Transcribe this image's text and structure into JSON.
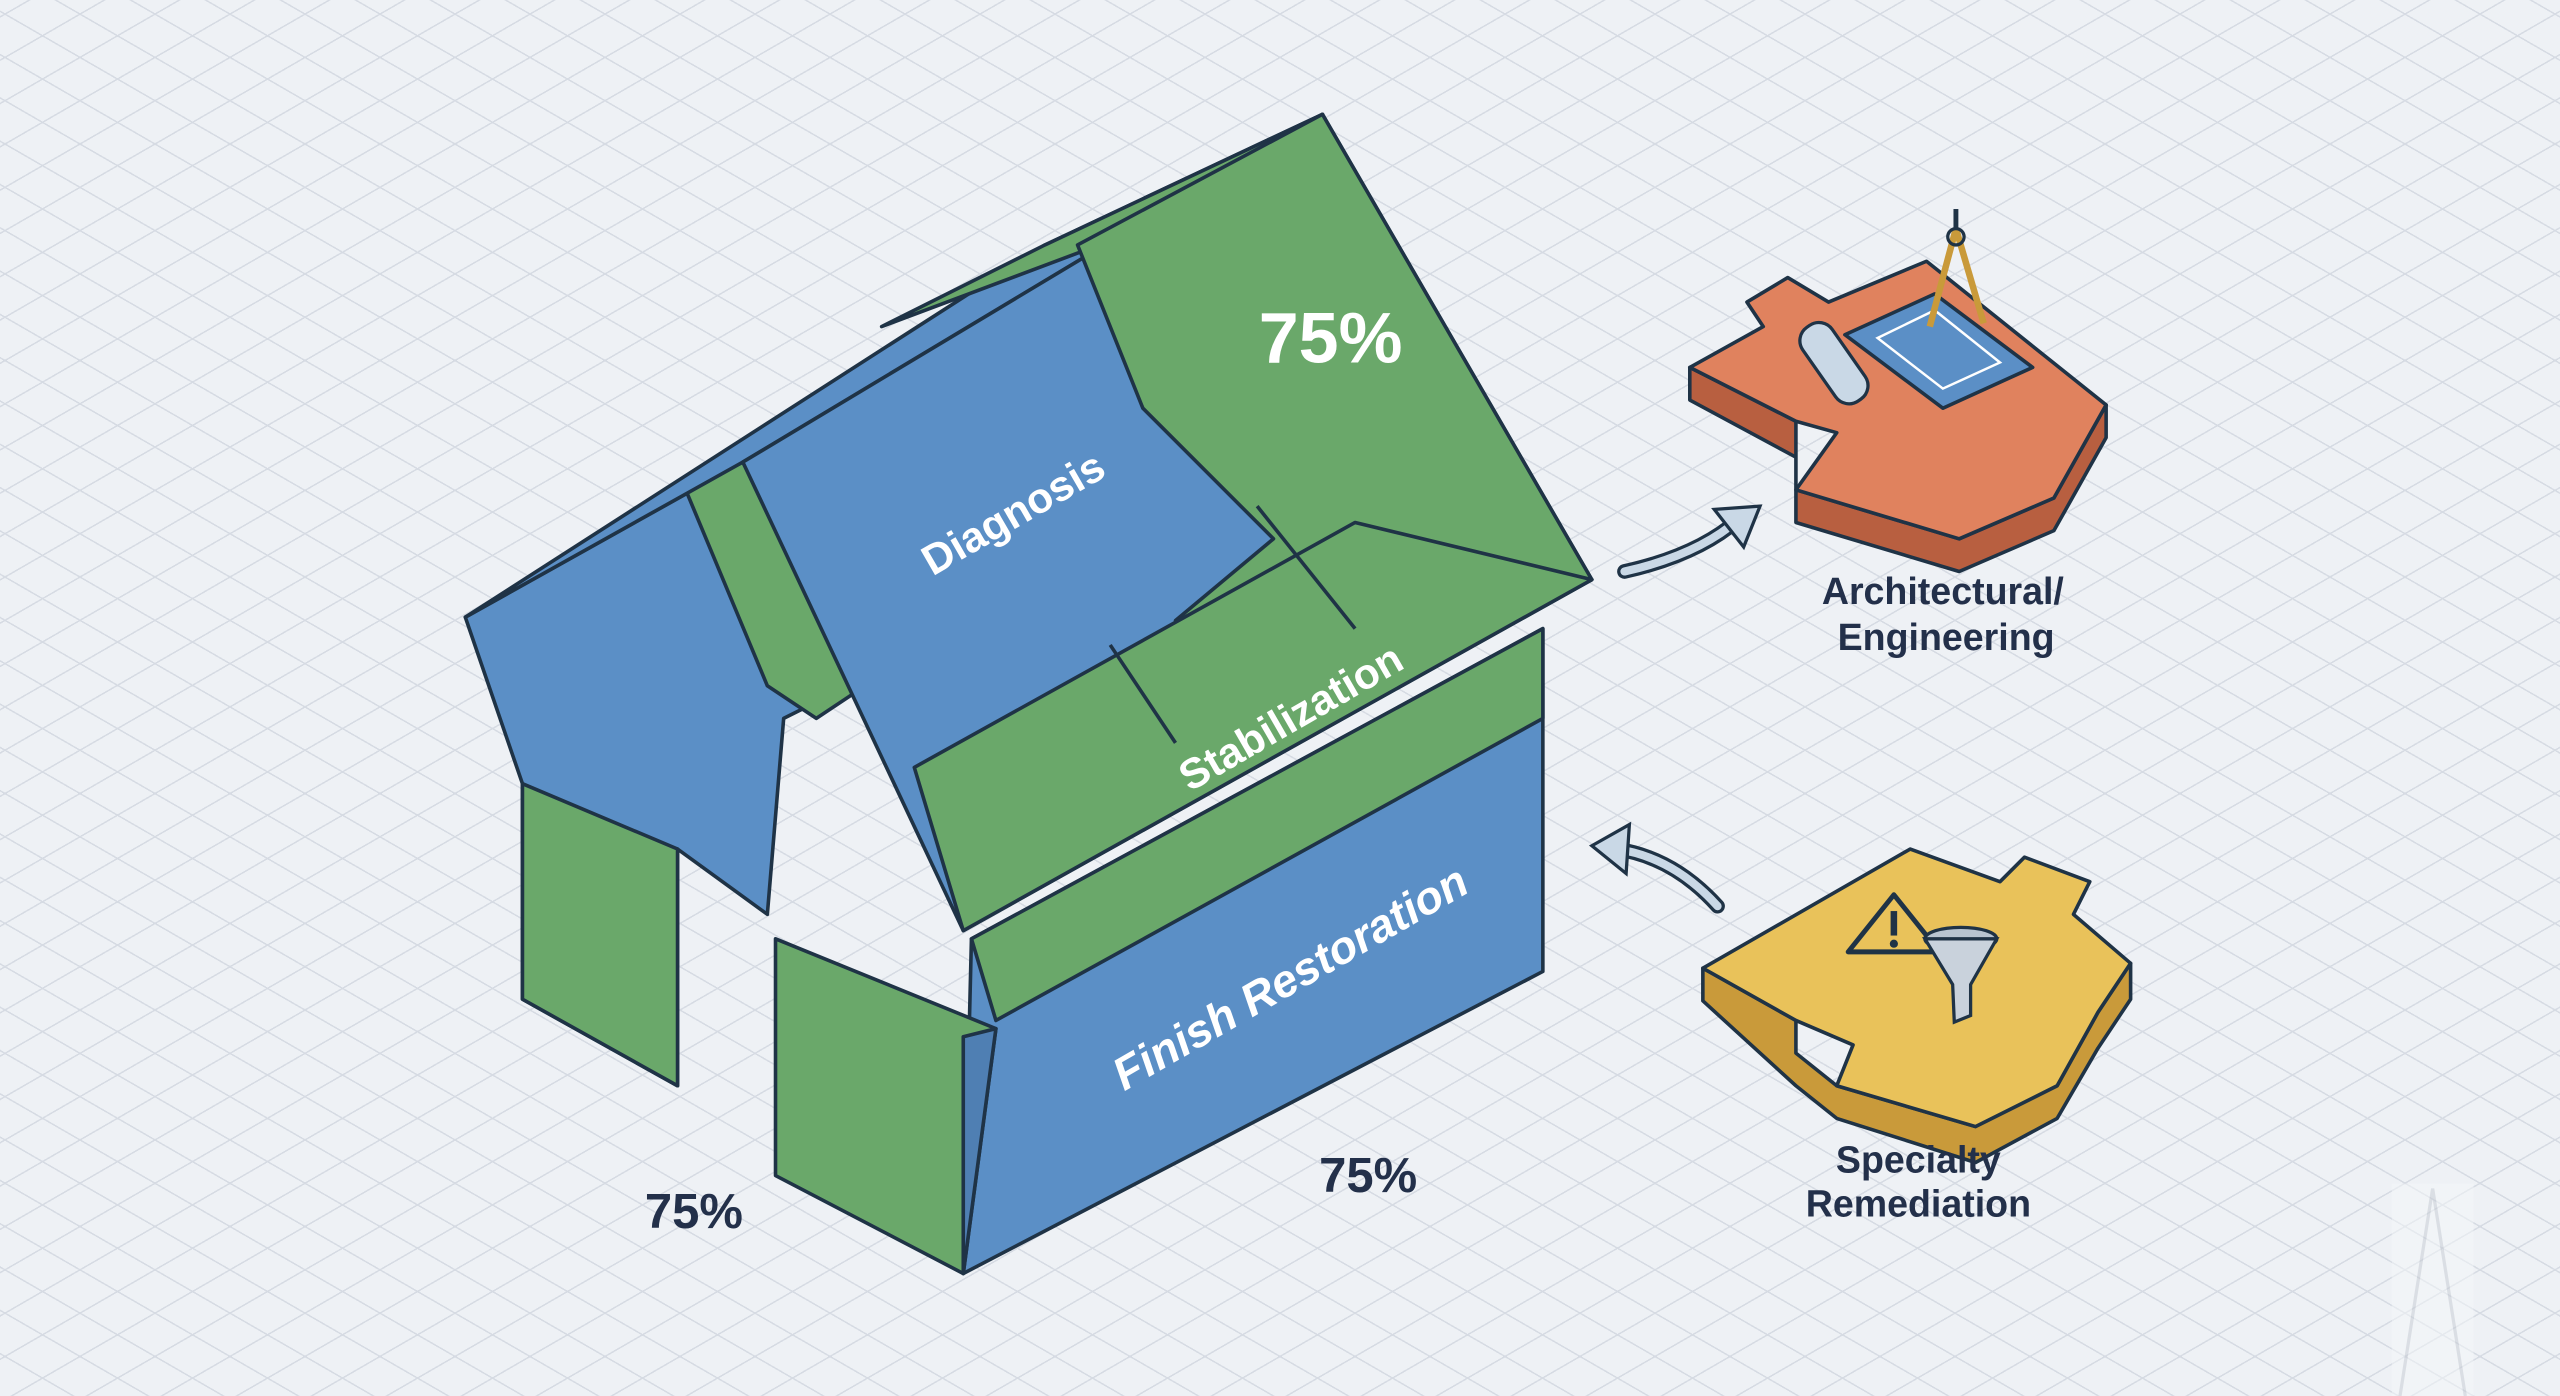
{
  "colors": {
    "green": "#6aa86a",
    "blue": "#5b8fc6",
    "orange": "#e0825e",
    "yellow": "#e9c25a",
    "ink": "#23304a"
  },
  "house": {
    "roof_percent": "75%",
    "diagnosis": "Diagnosis",
    "stabilization": "Stabilization",
    "finish_restoration": "Finish Restoration",
    "left_percent": "75%",
    "front_percent": "75%"
  },
  "pieces": [
    {
      "label_line1": "Architectural/",
      "label_line2": "Engineering",
      "icon": "blueprint-compass-icon"
    },
    {
      "label_line1": "Specialty",
      "label_line2": "Remediation",
      "icon": "warning-funnel-icon"
    }
  ]
}
